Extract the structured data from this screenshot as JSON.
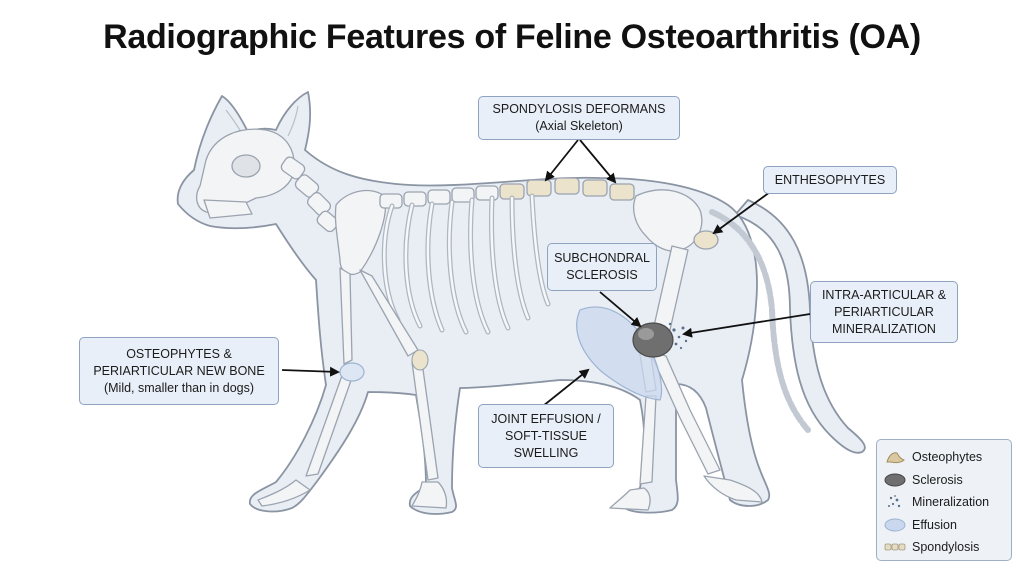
{
  "title": "Radiographic Features of Feline Osteoarthritis (OA)",
  "callouts": {
    "spondylosis": {
      "line1": "SPONDYLOSIS DEFORMANS",
      "line2": "(Axial Skeleton)"
    },
    "enthesophytes": {
      "line1": "ENTHESOPHYTES"
    },
    "subchondral": {
      "line1": "SUBCHONDRAL",
      "line2": "SCLEROSIS"
    },
    "mineralization": {
      "line1": "INTRA-ARTICULAR &",
      "line2": "PERIARTICULAR",
      "line3": "MINERALIZATION"
    },
    "osteophytes": {
      "line1": "OSTEOPHYTES &",
      "line2": "PERIARTICULAR NEW BONE",
      "line3": "(Mild, smaller than in dogs)"
    },
    "effusion": {
      "line1": "JOINT EFFUSION /",
      "line2": "SOFT-TISSUE",
      "line3": "SWELLING"
    }
  },
  "legend": {
    "items": [
      {
        "icon": "osteophyte-icon",
        "label": "Osteophytes",
        "color": "#d9c8a0"
      },
      {
        "icon": "sclerosis-icon",
        "label": "Sclerosis",
        "color": "#6f6f6f"
      },
      {
        "icon": "mineralization-icon",
        "label": "Mineralization",
        "color": "#5a6f8c"
      },
      {
        "icon": "effusion-icon",
        "label": "Effusion",
        "color": "#c9d8ee"
      },
      {
        "icon": "spondylosis-icon",
        "label": "Spondylosis",
        "color": "#e5dcc4"
      }
    ]
  },
  "colors": {
    "body_fill": "#e9eef5",
    "body_outline": "#8a94a3",
    "bone": "#f3f4f6",
    "arrow": "#111111",
    "callout_fill": "#e8eff8",
    "callout_border": "#8ea3bf"
  }
}
